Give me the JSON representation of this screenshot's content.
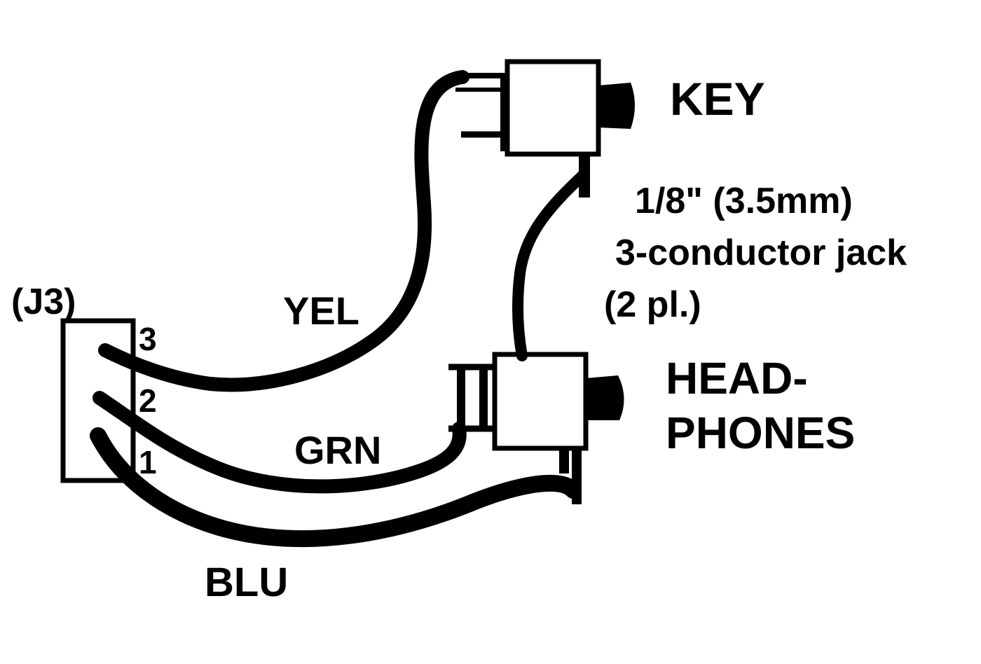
{
  "connector": {
    "ref": "(J3)",
    "pins": [
      "3",
      "2",
      "1"
    ]
  },
  "wires": {
    "yellow": "YEL",
    "green": "GRN",
    "blue": "BLU"
  },
  "jacks": {
    "key": "KEY",
    "headphones_line1": "HEAD-",
    "headphones_line2": "PHONES"
  },
  "jack_spec": {
    "line1": "1/8\"  (3.5mm)",
    "line2": "3-conductor jack",
    "line3": "(2 pl.)"
  },
  "colors": {
    "ink": "#000000",
    "paper": "#ffffff"
  }
}
